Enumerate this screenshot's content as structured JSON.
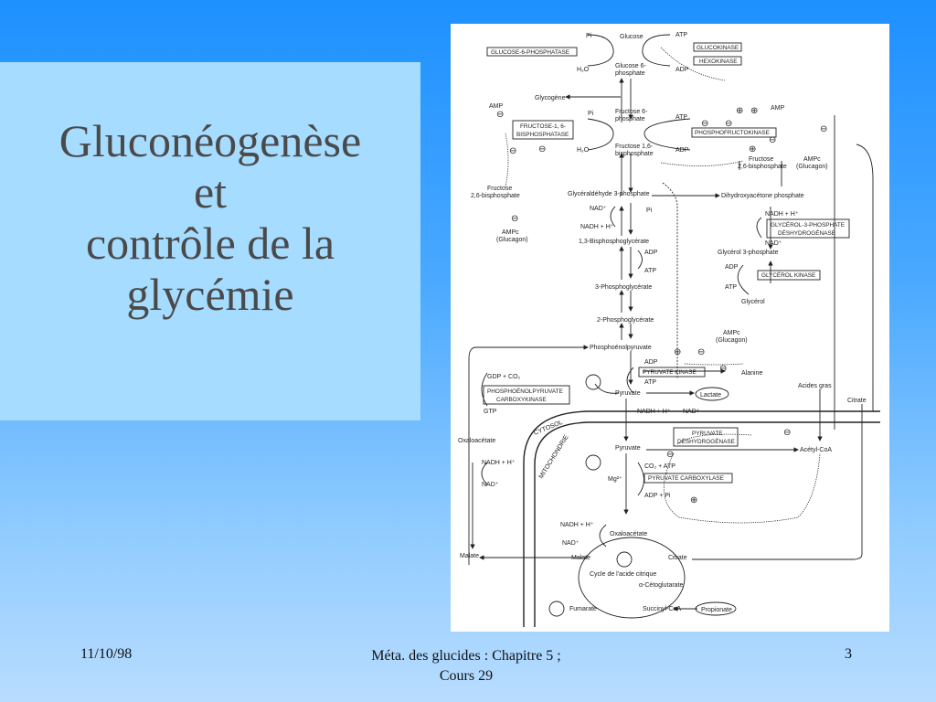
{
  "slide": {
    "title_lines": [
      "Gluconéogenèse",
      "et",
      "contrôle de la",
      "glycémie"
    ],
    "footer": {
      "date": "11/10/98",
      "course_line1": "Méta. des glucides : Chapitre 5 ;",
      "course_line2": "Cours 29",
      "page": "3"
    }
  },
  "diagram": {
    "metabolites": {
      "pi_top": "Pi",
      "glucose": "Glucose",
      "atp_top": "ATP",
      "h2o_top": "H₂O",
      "g6p_1": "Glucose 6-",
      "g6p_2": "phosphate",
      "adp_top": "ADP",
      "glycogene": "Glycogène",
      "amp_left": "AMP",
      "pi_f6p": "Pi",
      "f6p_1": "Fructose 6-",
      "f6p_2": "phosphate",
      "atp_pfk": "ATP",
      "amp_right": "AMP",
      "h2o_fbp": "H₂O",
      "f16bp_1": "Fructose 1,6-",
      "f16bp_2": "bisphosphate",
      "adp_pfk": "ADP",
      "ampc_right": "AMPc",
      "glucagon_right": "(Glucagon)",
      "f26bp_right_1": "Fructose",
      "f26bp_right_2": "2,6-bisphosphate",
      "f26bp_left_1": "Fructose",
      "f26bp_left_2": "2,6-bisphosphate",
      "ampc_left": "AMPc",
      "glucagon_left": "(Glucagon)",
      "g3p": "Glycéraldéhyde 3-phosphate",
      "dhap": "Dihydroxyacétone phosphate",
      "nad_plus_1": "NAD⁺",
      "pi_g3p": "Pi",
      "nadh_h_1": "NADH + H⁺",
      "nadh_h_gly": "NADH + H⁺",
      "nad_plus_gly": "NAD⁺",
      "bpg13": "1,3-Bisphosphoglycérate",
      "glycerol3p": "Glycérol 3-phosphate",
      "adp_pgk": "ADP",
      "atp_pgk": "ATP",
      "adp_gk": "ADP",
      "atp_gk": "ATP",
      "glycerol": "Glycérol",
      "pg3": "3-Phosphoglycérate",
      "pg2": "2-Phosphoglycérate",
      "ampc_pk": "AMPc",
      "glucagon_pk": "(Glucagon)",
      "pep": "Phosphoénolpyruvate",
      "gdp_co2": "GDP + CO₂",
      "gtp": "GTP",
      "adp_pk": "ADP",
      "atp_pk": "ATP",
      "alanine": "Alanine",
      "pyruvate_cyt": "Pyruvate",
      "lactate": "Lactate",
      "nadh_h_ldh": "NADH + H⁺",
      "nad_ldh": "NAD⁺",
      "acides_gras": "Acides gras",
      "citrate_right": "Citrate",
      "oxaloacetate_cyt": "Oxaloacétate",
      "cytosol": "CYTOSOL",
      "mitochondrie": "MITOCHONDRIE",
      "pyruvate_mito": "Pyruvate",
      "acetyl_coa": "Acétyl-CoA",
      "co2_atp": "CO₂ + ATP",
      "mg": "Mg²⁺",
      "adp_pi": "ADP + Pi",
      "nadh_h_mdh_cyt": "NADH + H⁺",
      "nad_mdh_cyt": "NAD⁺",
      "nadh_h_mdh_mito": "NADH + H⁺",
      "nad_mdh_mito": "NAD⁺",
      "oxaloacetate_mito": "Oxaloacétate",
      "malate_cyt": "Malate",
      "malate_mito": "Malate",
      "citrate_mito": "Citrate",
      "krebs_1": "Cycle de l'acide citrique",
      "akg": "α-Cétoglutarate",
      "fumarate": "Fumarate",
      "succinyl_coa": "Succinyl-CoA",
      "propionate": "Propionate"
    },
    "enzymes": {
      "g6pase": "GLUCOSE-6-PHOSPHATASE",
      "glucokinase": "GLUCOKINASE",
      "hexokinase": "HEXOKINASE",
      "fbpase_1": "FRUCTOSE-1, 6-",
      "fbpase_2": "BISPHOSPHATASE",
      "pfk": "PHOSPHOFRUCTOKINASE",
      "g3pdh_1": "GLYCÉROL-3-PHOSPHATE",
      "g3pdh_2": "DÉSHYDROGÉNASE",
      "glycerol_kinase": "GLYCÉROL KINASE",
      "pk": "PYRUVATE KINASE",
      "pepck_1": "PHOSPHOÉNOLPYRUVATE",
      "pepck_2": "CARBOXYKINASE",
      "pdh_1": "PYRUVATE",
      "pdh_2": "DÉSHYDROGÉNASE",
      "pc": "PYRUVATE CARBOXYLASE"
    },
    "effectors": {
      "minus": "⊖",
      "plus": "⊕"
    }
  }
}
